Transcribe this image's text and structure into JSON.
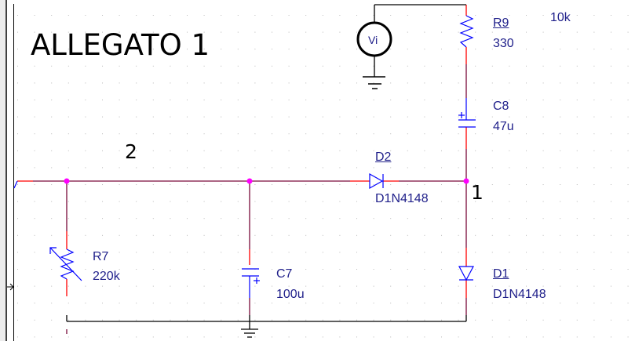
{
  "title": "ALLEGATO 1",
  "nodes": {
    "n1": "1",
    "n2": "2"
  },
  "source": {
    "label": "Vi"
  },
  "components": {
    "R9": {
      "ref": "R9",
      "value": "330",
      "extra": "10k"
    },
    "C8": {
      "ref": "C8",
      "value": "47u"
    },
    "D2": {
      "ref": "D2",
      "value": "D1N4148"
    },
    "R7": {
      "ref": "R7",
      "value": "220k"
    },
    "C7": {
      "ref": "C7",
      "value": "100u"
    },
    "D1": {
      "ref": "D1",
      "value": "D1N4148"
    }
  },
  "colors": {
    "wire": "#7a0a3a",
    "pin": "#ff0000",
    "part": "#0000ff",
    "junction": "#ff00ff",
    "text": "#1f1f8a"
  }
}
